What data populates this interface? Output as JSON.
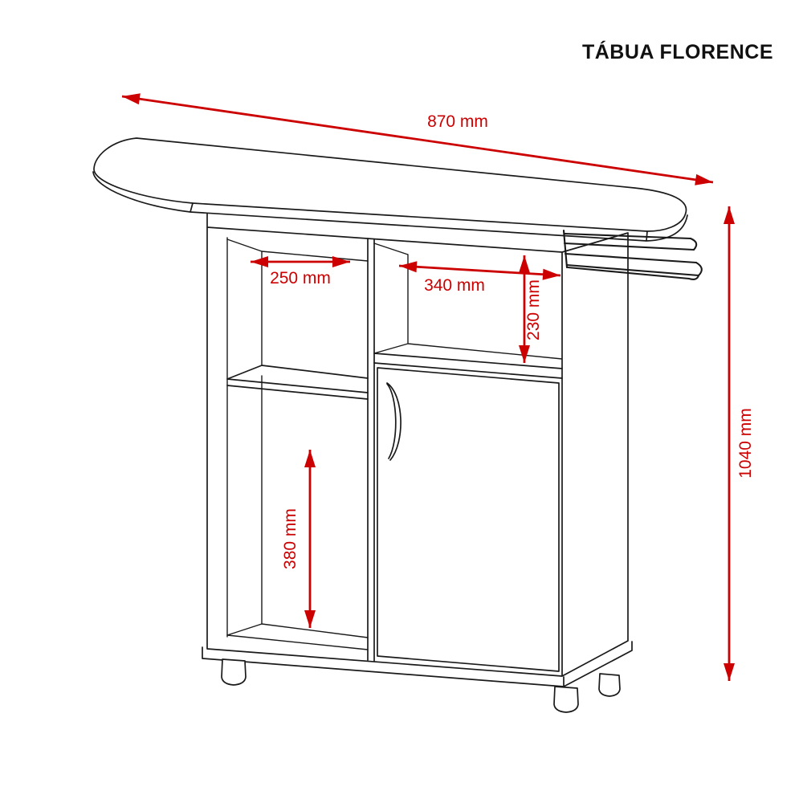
{
  "title": "TÁBUA FLORENCE",
  "colors": {
    "dimension_red": "#cc0000",
    "outline_black": "#1a1a1a",
    "background": "#ffffff"
  },
  "dimensions": {
    "board_length": "870 mm",
    "total_height": "1040 mm",
    "left_shelf_width": "250 mm",
    "right_shelf_width": "340 mm",
    "right_shelf_height": "230 mm",
    "lower_shelf_height": "380 mm"
  }
}
